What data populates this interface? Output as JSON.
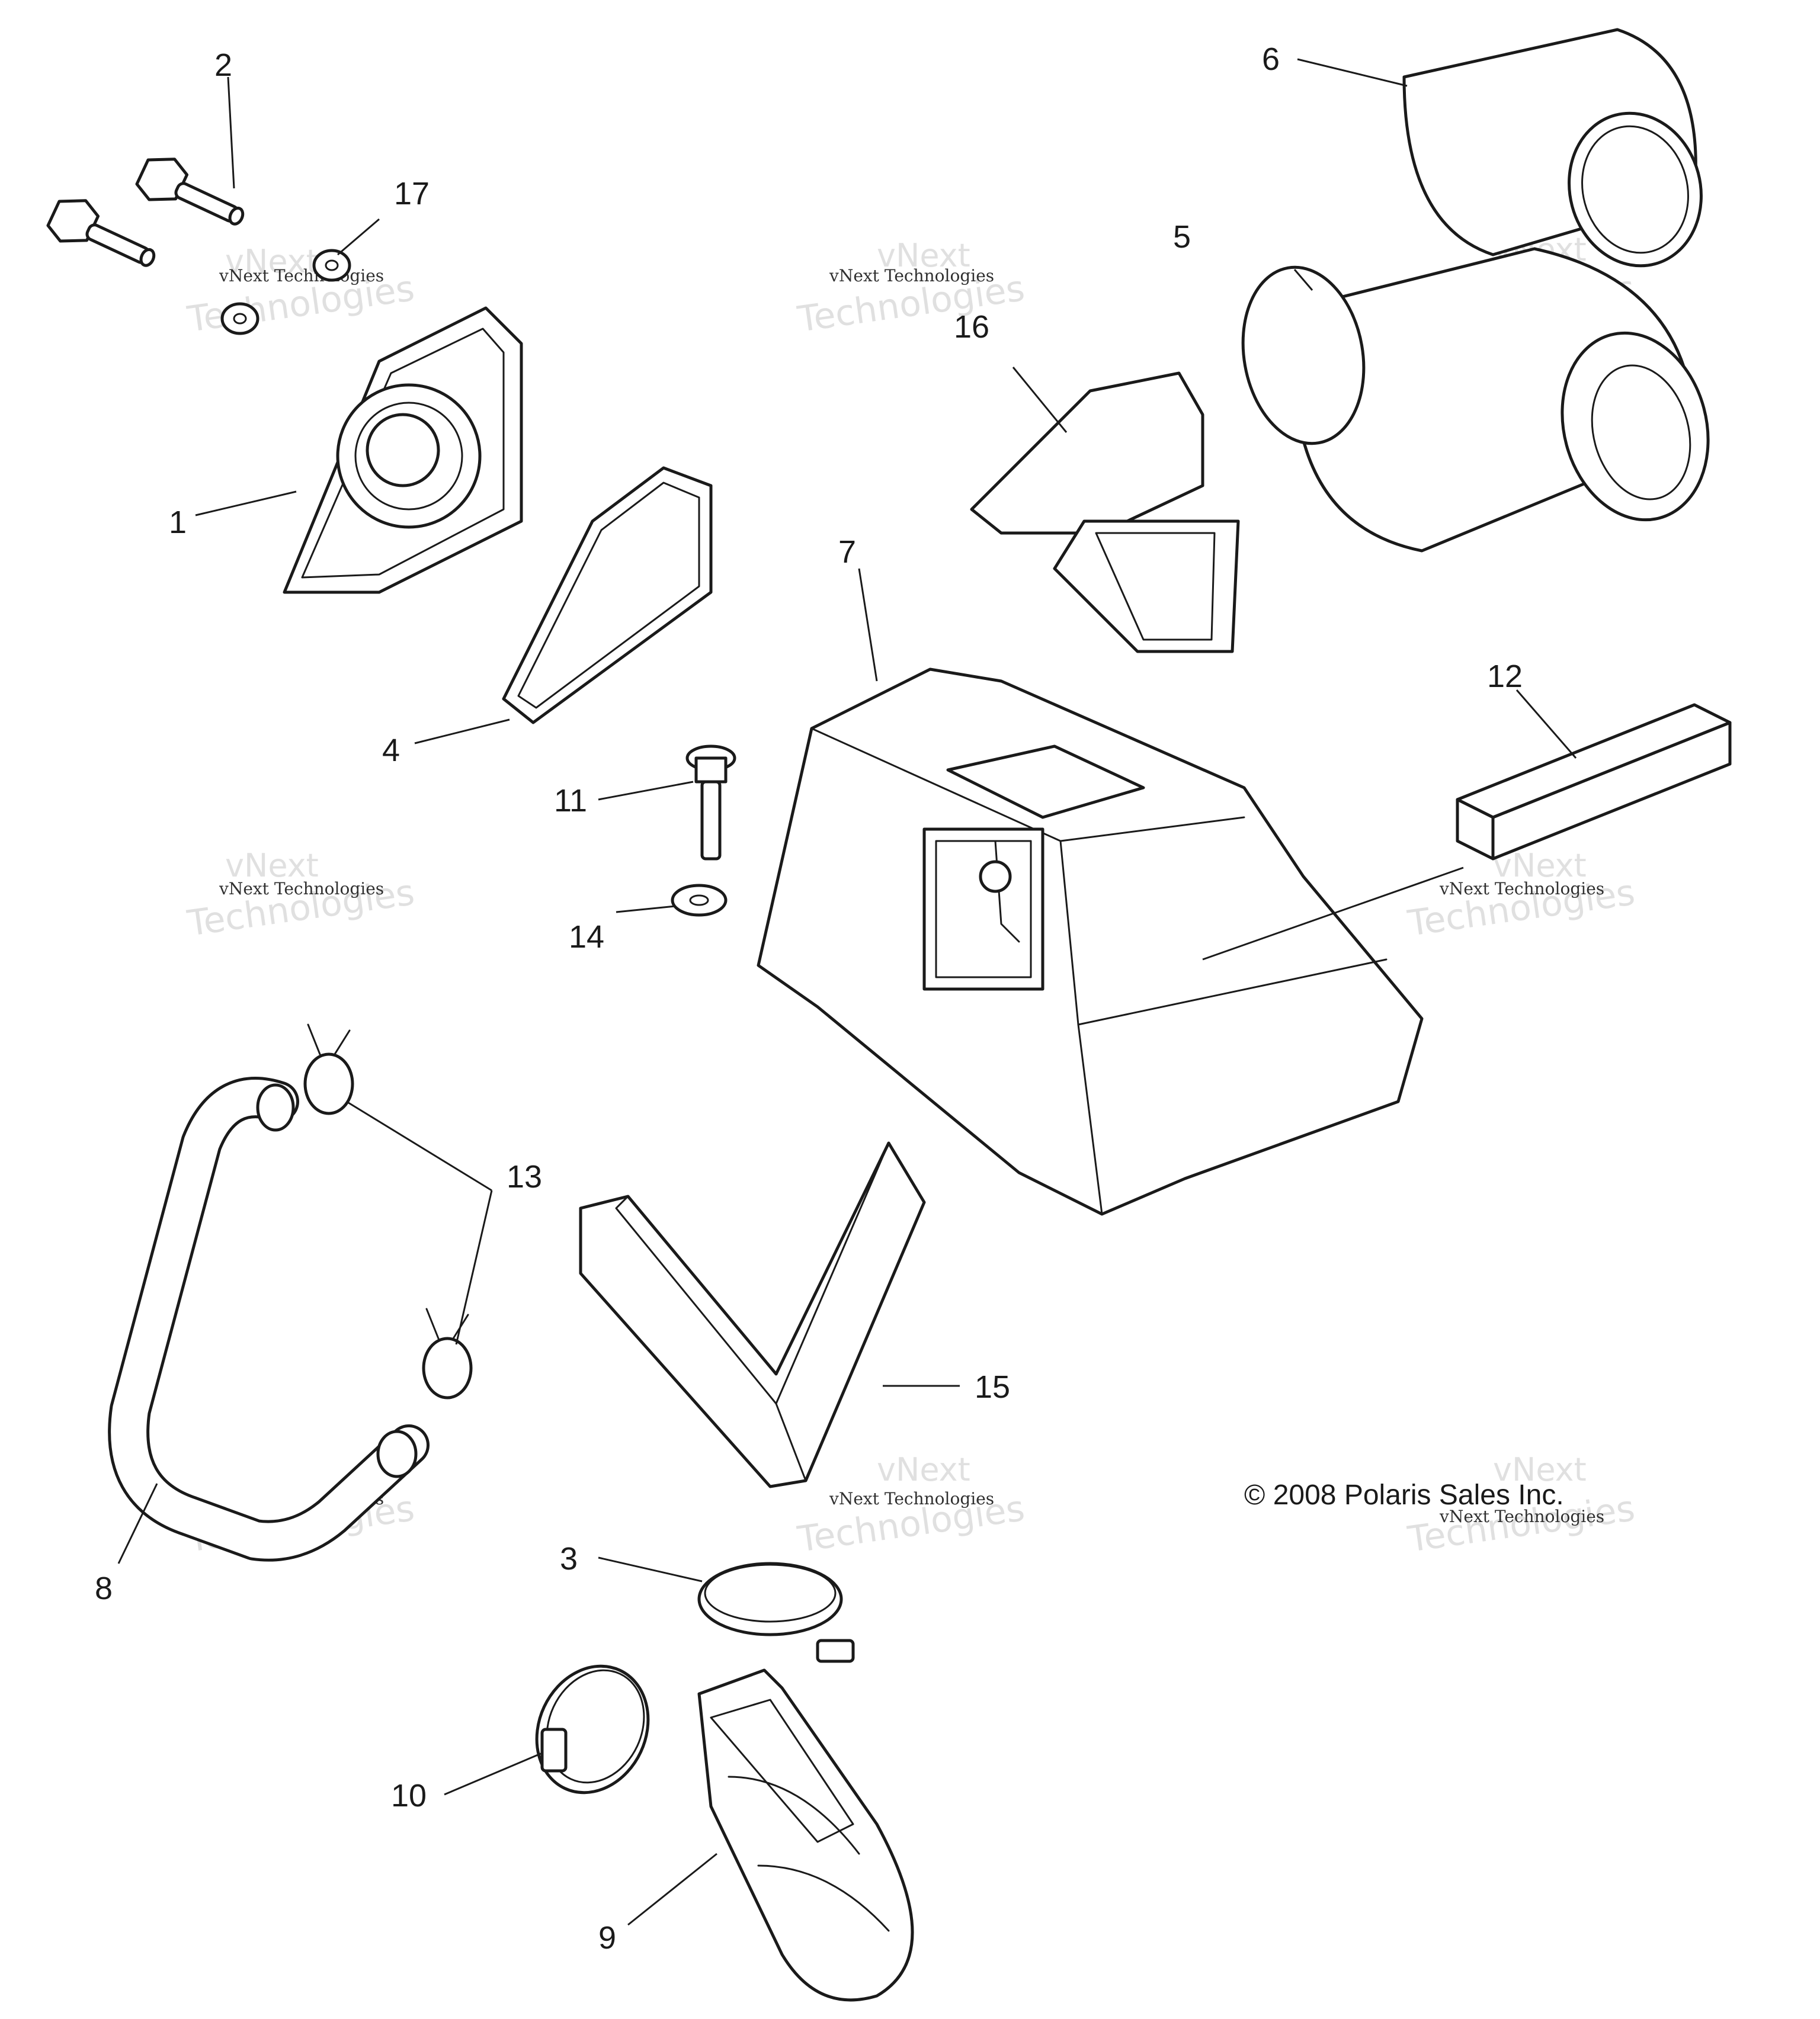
{
  "callouts": [
    "1",
    "2",
    "3",
    "4",
    "5",
    "6",
    "7",
    "8",
    "9",
    "10",
    "11",
    "12",
    "13",
    "14",
    "15",
    "16",
    "17"
  ],
  "copyright": "© 2008 Polaris Sales Inc.",
  "watermark": {
    "small": "vNext Technologies",
    "large_top": "vNext",
    "large_bottom": "Technologies"
  }
}
